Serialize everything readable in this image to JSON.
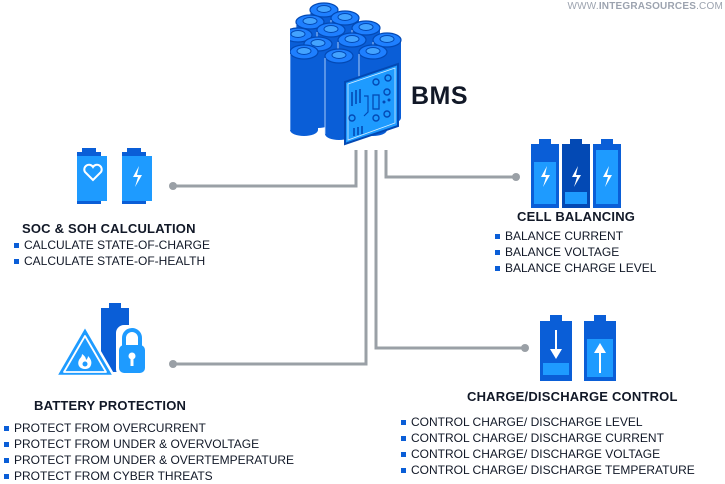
{
  "watermark": {
    "prefix": "WWW.",
    "brand": "INTEGRASOURCES",
    "suffix": ".COM"
  },
  "center": {
    "label": "BMS"
  },
  "colors": {
    "primary_blue": "#0a5ed7",
    "light_blue": "#1e9bff",
    "dark_blue": "#0349b4",
    "connector_gray": "#9aa0a6",
    "text_dark": "#111827"
  },
  "sections": {
    "soc_soh": {
      "title": "SOC & SOH CALCULATION",
      "icons": [
        "battery-heart-icon",
        "battery-bolt-icon"
      ],
      "items": [
        "CALCULATE STATE-OF-CHARGE",
        "CALCULATE STATE-OF-HEALTH"
      ]
    },
    "cell_balancing": {
      "title": "CELL BALANCING",
      "icons": [
        "battery-bolt-icon",
        "battery-bolt-icon",
        "battery-bolt-icon"
      ],
      "items": [
        "BALANCE CURRENT",
        "BALANCE VOLTAGE",
        "BALANCE CHARGE LEVEL"
      ]
    },
    "battery_protection": {
      "title": "BATTERY PROTECTION",
      "icons": [
        "battery-icon",
        "fire-warning-icon",
        "padlock-icon"
      ],
      "items": [
        "PROTECT FROM OVERCURRENT",
        "PROTECT FROM UNDER & OVERVOLTAGE",
        "PROTECT FROM UNDER  & OVERTEMPERATURE",
        "PROTECT FROM CYBER THREATS"
      ]
    },
    "charge_control": {
      "title": "CHARGE/DISCHARGE CONTROL",
      "icons": [
        "battery-discharge-icon",
        "battery-charge-icon"
      ],
      "items": [
        "CONTROL CHARGE/ DISCHARGE LEVEL",
        "CONTROL CHARGE/ DISCHARGE CURRENT",
        "CONTROL CHARGE/ DISCHARGE VOLTAGE",
        "CONTROL CHARGE/ DISCHARGE TEMPERATURE"
      ]
    }
  }
}
